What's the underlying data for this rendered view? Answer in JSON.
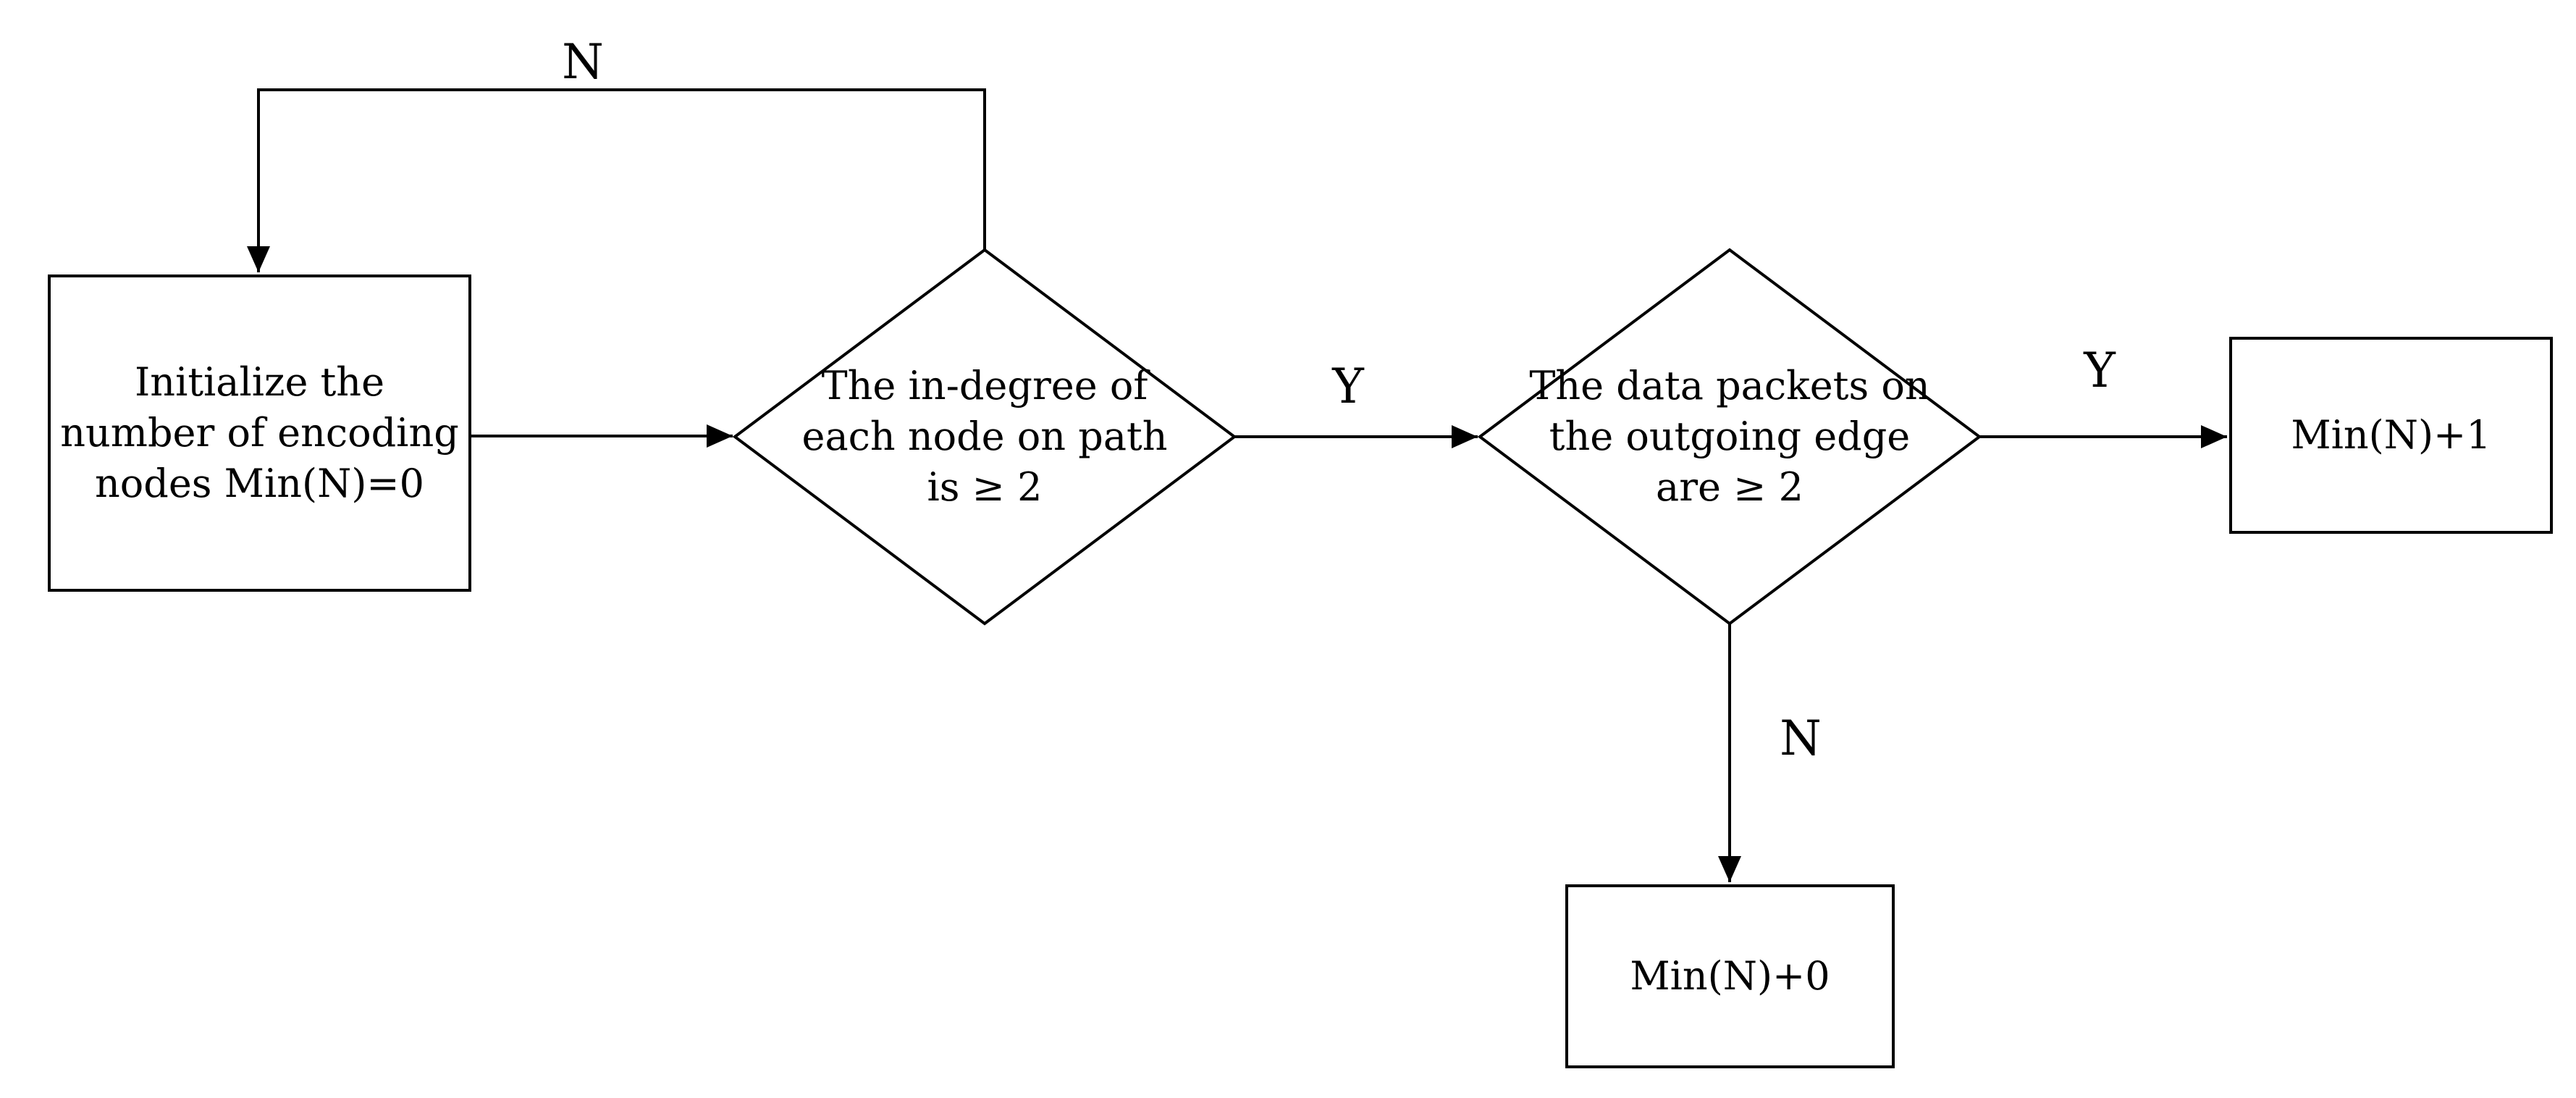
{
  "diagram": {
    "background_color": "#ffffff",
    "line_color": "#000000",
    "nodes": {
      "init": {
        "type": "process",
        "lines": [
          "Initialize the",
          "number of encoding",
          "nodes Min(N)=0"
        ]
      },
      "in_degree": {
        "type": "decision",
        "lines": [
          "The in-degree of",
          "each node on path",
          "is ≥ 2"
        ]
      },
      "data_packets": {
        "type": "decision",
        "lines": [
          "The data packets on",
          "the outgoing edge",
          "are ≥ 2"
        ]
      },
      "min_plus_one": {
        "type": "process",
        "lines": [
          "Min(N)+1"
        ]
      },
      "min_plus_zero": {
        "type": "process",
        "lines": [
          "Min(N)+0"
        ]
      }
    },
    "edge_labels": {
      "loop_no": "N",
      "in_degree_yes": "Y",
      "packets_yes": "Y",
      "packets_no": "N"
    }
  }
}
